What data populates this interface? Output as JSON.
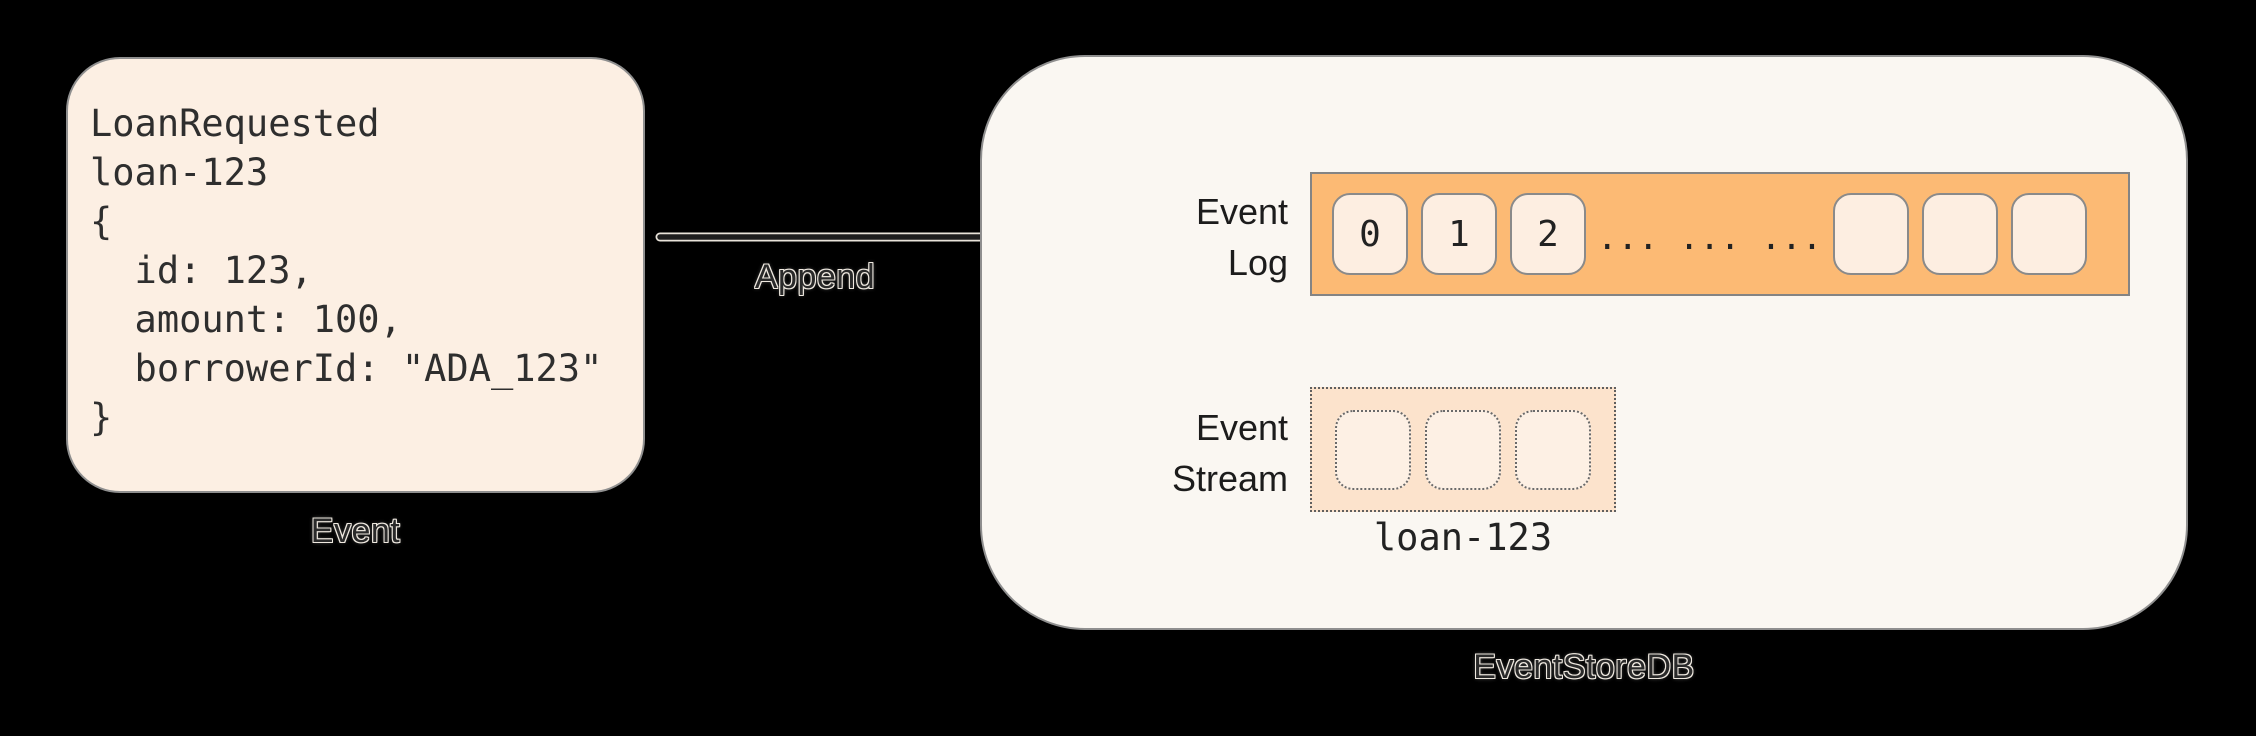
{
  "event_card": {
    "code": "LoanRequested\nloan-123\n{\n  id: 123,\n  amount: 100,\n  borrowerId: \"ADA_123\"\n}",
    "caption": "Event"
  },
  "arrow": {
    "label": "Append"
  },
  "eventstoredb": {
    "caption": "EventStoreDB",
    "event_log": {
      "label_line1": "Event",
      "label_line2": "Log",
      "cells": [
        "0",
        "1",
        "2"
      ],
      "ellipsis": "... ... ...",
      "empty_cells": 3
    },
    "event_stream": {
      "label_line1": "Event",
      "label_line2": "Stream",
      "empty_cells": 3,
      "stream_name": "loan-123"
    }
  },
  "colors": {
    "background": "#000000",
    "card_fill": "#fcefe3",
    "box_fill": "#faf7f2",
    "log_bar_fill": "#fcba74",
    "log_cell_fill": "#fdeee1",
    "stream_fill": "#fce3cc",
    "stream_cell_fill": "#fdf0e4",
    "border_gray": "#8f8f8f",
    "arrow_line": "#1d1d1d",
    "label_halo": "#efe9e0"
  }
}
